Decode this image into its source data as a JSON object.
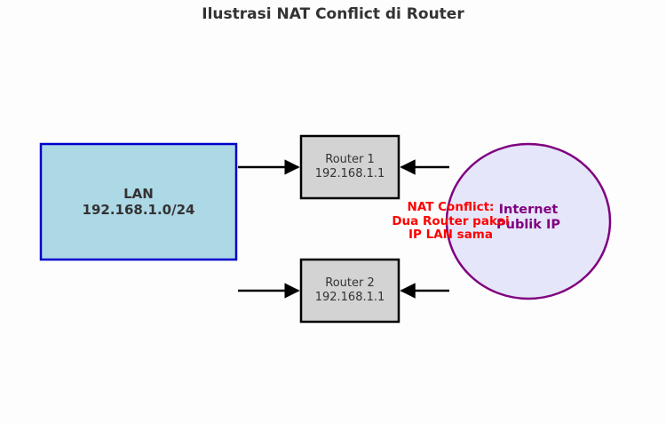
{
  "title": "Ilustrasi NAT Conflict di Router",
  "lan": {
    "line1": "LAN",
    "line2": "192.168.1.0/24"
  },
  "router1": {
    "line1": "Router 1",
    "line2": "192.168.1.1"
  },
  "router2": {
    "line1": "Router 2",
    "line2": "192.168.1.1"
  },
  "internet": {
    "line1": "Internet",
    "line2": "Publik IP"
  },
  "conflict": {
    "line1": "NAT Conflict:",
    "line2": "Dua Router pakai",
    "line3": "IP LAN sama"
  },
  "colors": {
    "lan_fill": "#add8e6",
    "lan_border": "#0000cc",
    "router_fill": "#d3d3d3",
    "router_border": "#000000",
    "internet_fill": "#e6e6fa",
    "internet_border": "#800080",
    "conflict_text": "#ff0000"
  }
}
